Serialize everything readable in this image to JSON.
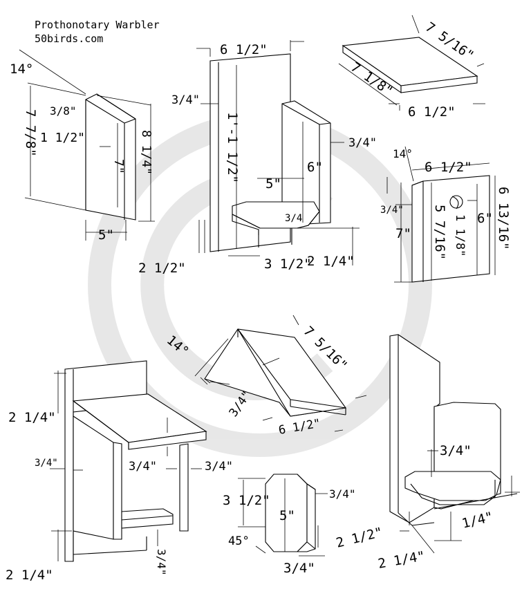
{
  "header": {
    "title": "Prothonotary Warbler",
    "site": "50birds.com"
  },
  "side_panel": {
    "angle": "14°",
    "height": "7 7/8\"",
    "bevel": "3/8\"",
    "offset": "1 1/2\"",
    "inner": "7\"",
    "right": "8 1/4\"",
    "width": "5\""
  },
  "back_assembly": {
    "width": "6 1/2\"",
    "thick": "3/4\"",
    "height": "1'-1 1/2\"",
    "front_thick": "3/4\"",
    "front_h": "6\"",
    "floor_w": "5\"",
    "floor_t": "3/4",
    "bottom": "2 1/2\"",
    "floor_d": "3 1/2\"",
    "floor_b": "2 1/4\""
  },
  "roof_top": {
    "len": "7 5/16\"",
    "depth": "7 1/8\"",
    "width": "6 1/2\""
  },
  "front_panel": {
    "angle": "14°",
    "width": "6 1/2\"",
    "hole_dia": "1 1/8\"",
    "hole_off": "5 7/16\"",
    "hole_h": "6\"",
    "left_h": "7\"",
    "thick": "3/4\"",
    "right_h": "6 13/16\""
  },
  "roof_panel": {
    "angle": "14°",
    "len": "7 5/16\"",
    "thick": "3/4\"",
    "width": "6 1/2\""
  },
  "side_view": {
    "top": "2 1/4\"",
    "thick": "3/4\"",
    "roof_t": "3/4\"",
    "right_t": "3/4\"",
    "bottom": "2 1/4\"",
    "floor_t": "3/4\""
  },
  "floor_piece": {
    "height": "3 1/2\"",
    "thick": "3/4\"",
    "inner": "5\"",
    "angle": "45°",
    "depth": "3/4\""
  },
  "iso_view": {
    "top": "3/4\"",
    "right": "1/4\"",
    "left": "2 1/2\"",
    "bottom": "2 1/4\""
  },
  "watermark": "©"
}
